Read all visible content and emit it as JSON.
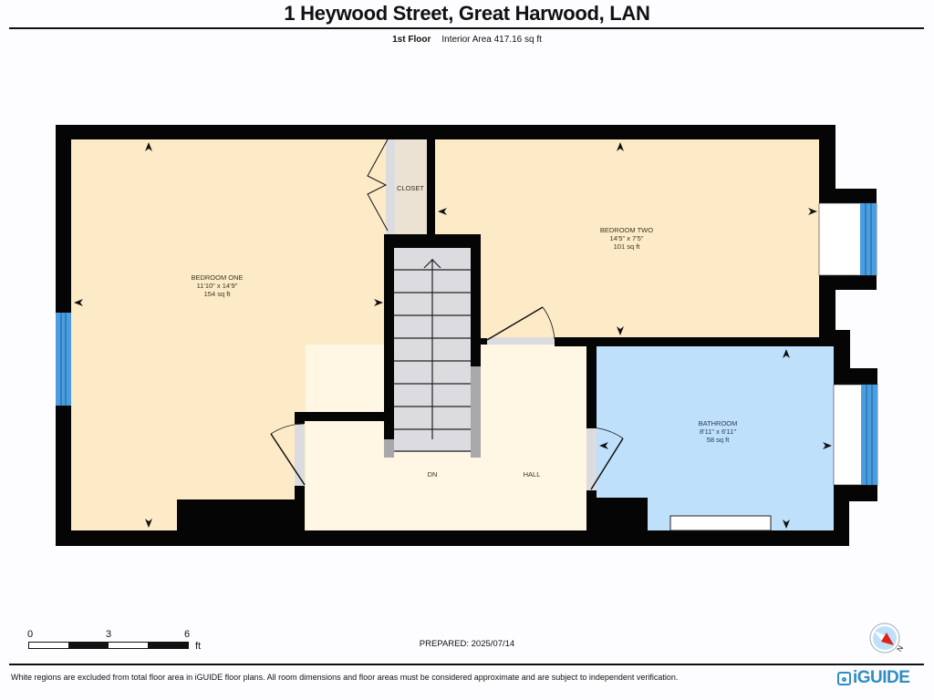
{
  "header": {
    "title": "1 Heywood Street, Great Harwood, LAN",
    "floor": "1st Floor",
    "interior_area": "Interior Area 417.16 sq ft"
  },
  "rooms": [
    {
      "name": "BEDROOM ONE",
      "dims": "11'10\" x 14'9\"",
      "area": "154 sq ft",
      "color": "#fdebc8"
    },
    {
      "name": "BEDROOM TWO",
      "dims": "14'5\" x 7'5\"",
      "area": "101 sq ft",
      "color": "#fdebc8"
    },
    {
      "name": "BATHROOM",
      "dims": "8'11\" x 6'11\"",
      "area": "58 sq ft",
      "color": "#bfe0fb"
    },
    {
      "name": "CLOSET",
      "color": "#ece2d4"
    },
    {
      "name": "HALL",
      "color": "#fff6e3"
    },
    {
      "name": "DN"
    }
  ],
  "colors": {
    "wall": "#050505",
    "window": "#4a9ee0",
    "stairs": "#dcdce0"
  },
  "scale": {
    "ticks": [
      "0",
      "3",
      "6"
    ],
    "unit": "ft"
  },
  "prepared": "PREPARED: 2025/07/14",
  "footer": {
    "disclaimer": "White regions are excluded from total floor area in iGUIDE floor plans. All room dimensions and floor areas must be considered approximate and are subject to independent verification.",
    "brand": "iGUIDE"
  }
}
